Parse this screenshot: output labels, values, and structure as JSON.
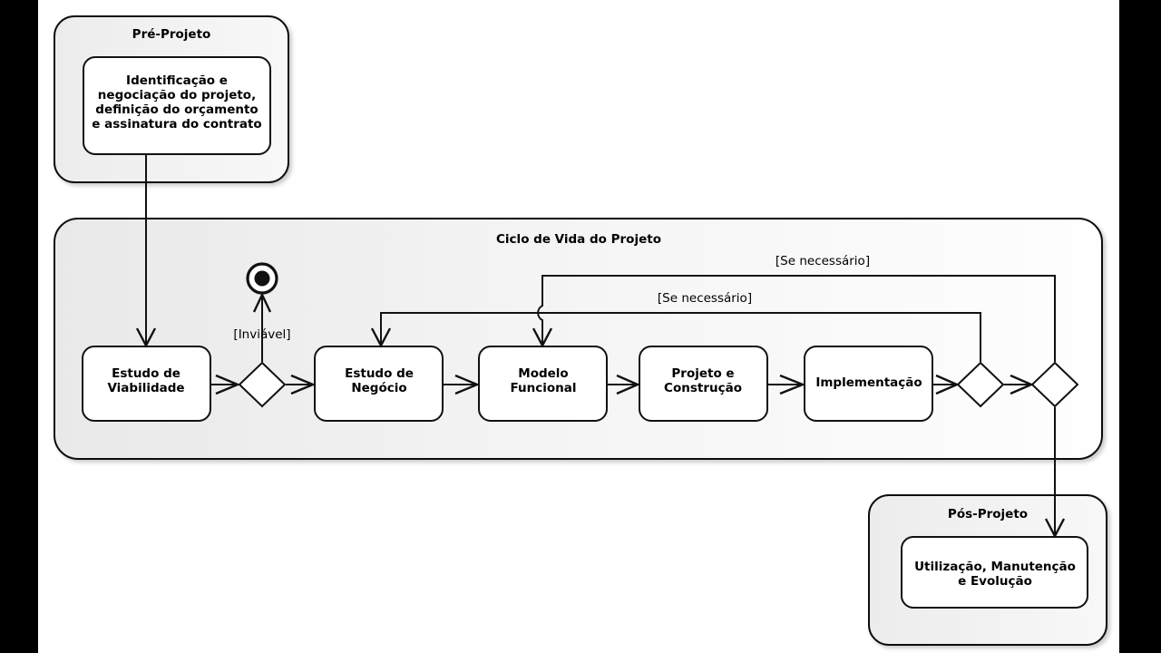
{
  "diagram": {
    "type": "uml-activity-diagram",
    "language": "pt-BR",
    "background_color": "#ffffff",
    "letterbox_color": "#000000",
    "stroke_color": "#000000",
    "group_fill_start": "#ebebeb",
    "group_fill_end": "#fdfdfd",
    "node_fill": "#ffffff"
  },
  "groups": [
    {
      "id": "pre",
      "title": "Pré-Projeto"
    },
    {
      "id": "lifecycle",
      "title": "Ciclo de Vida do Projeto"
    },
    {
      "id": "pos",
      "title": "Pós-Projeto"
    }
  ],
  "nodes": {
    "pre_activity": {
      "lines": [
        "Identificação e",
        "negociação do projeto,",
        "definição do orçamento",
        "e assinatura do contrato"
      ]
    },
    "viabilidade": {
      "lines": [
        "Estudo de",
        "Viabilidade"
      ]
    },
    "negocio": {
      "lines": [
        "Estudo de",
        "Negócio"
      ]
    },
    "modelo": {
      "lines": [
        "Modelo",
        "Funcional"
      ]
    },
    "projeto": {
      "lines": [
        "Projeto e",
        "Construção"
      ]
    },
    "implementacao": {
      "lines": [
        "Implementação"
      ]
    },
    "pos_activity": {
      "lines": [
        "Utilização, Manutenção",
        "e Evolução"
      ]
    }
  },
  "guards": {
    "inviavel": "[Inviável]",
    "se_necessario_lower": "[Se necessário]",
    "se_necessario_upper": "[Se necessário]"
  },
  "icons": {
    "final_node": "activity-final-node",
    "decision": "decision-diamond"
  }
}
